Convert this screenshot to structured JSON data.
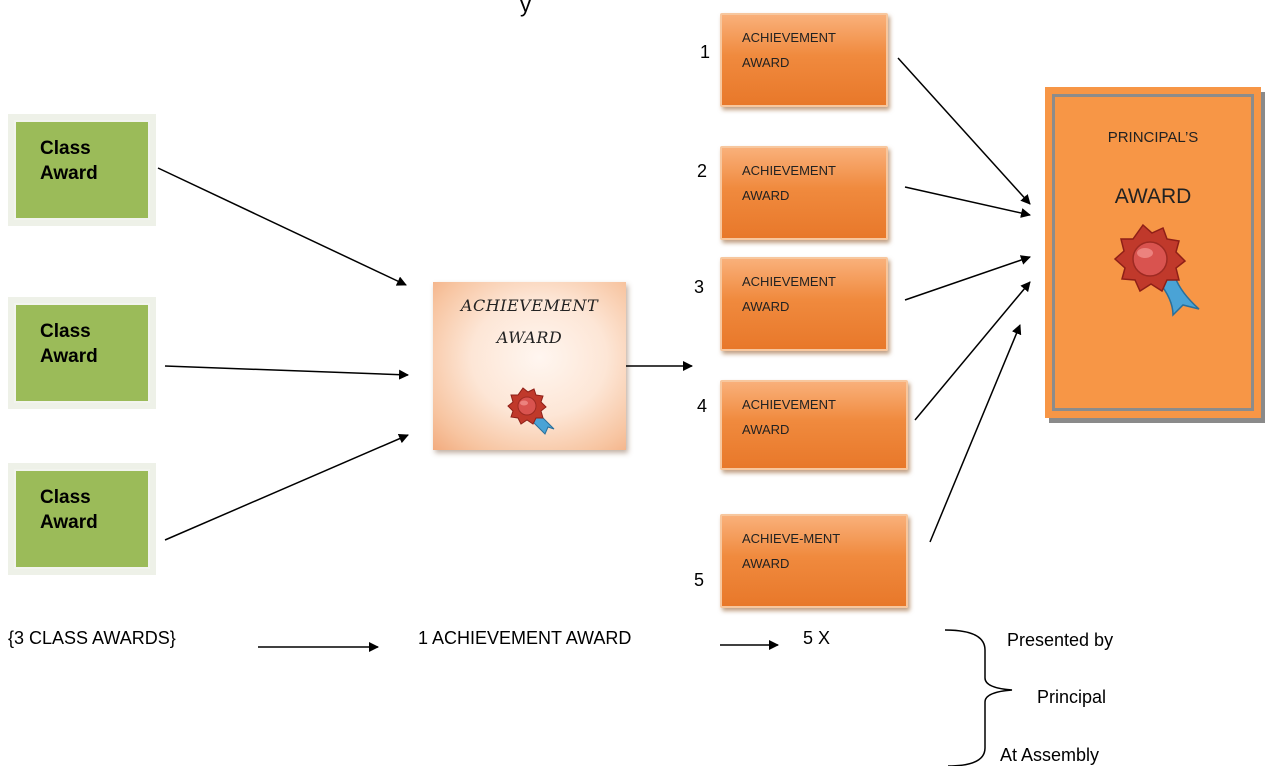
{
  "top_text": "y",
  "class_awards": [
    {
      "line1": "Class",
      "line2": "Award"
    },
    {
      "line1": "Class",
      "line2": "Award"
    },
    {
      "line1": "Class",
      "line2": "Award"
    }
  ],
  "center_award": {
    "line1": "ACHIEVEMENT",
    "line2": "AWARD"
  },
  "achievement_awards": [
    {
      "number": "1",
      "line1": "ACHIEVEMENT",
      "line2": "AWARD"
    },
    {
      "number": "2",
      "line1": "ACHIEVEMENT",
      "line2": "AWARD"
    },
    {
      "number": "3",
      "line1": "ACHIEVEMENT",
      "line2": "AWARD"
    },
    {
      "number": "4",
      "line1": "ACHIEVEMENT",
      "line2": "AWARD"
    },
    {
      "number": "5",
      "line1": "ACHIEVE-MENT",
      "line2": "AWARD"
    }
  ],
  "principal_award": {
    "line1": "PRINCIPAL’S",
    "line2": "AWARD"
  },
  "bottom_row": {
    "class_awards": "{3 CLASS AWARDS}",
    "one_achievement": "1 ACHIEVEMENT AWARD",
    "times": "5 X",
    "presented_by": "Presented by",
    "principal": "Principal",
    "at_assembly": "At Assembly"
  },
  "colors": {
    "class_award_green": "#9bbb59",
    "achievement_orange": "#f08a3e",
    "principal_orange": "#f79646",
    "seal_red": "#c0392b",
    "ribbon_blue": "#4aa3d6"
  },
  "icons": [
    "wax-seal-icon"
  ]
}
